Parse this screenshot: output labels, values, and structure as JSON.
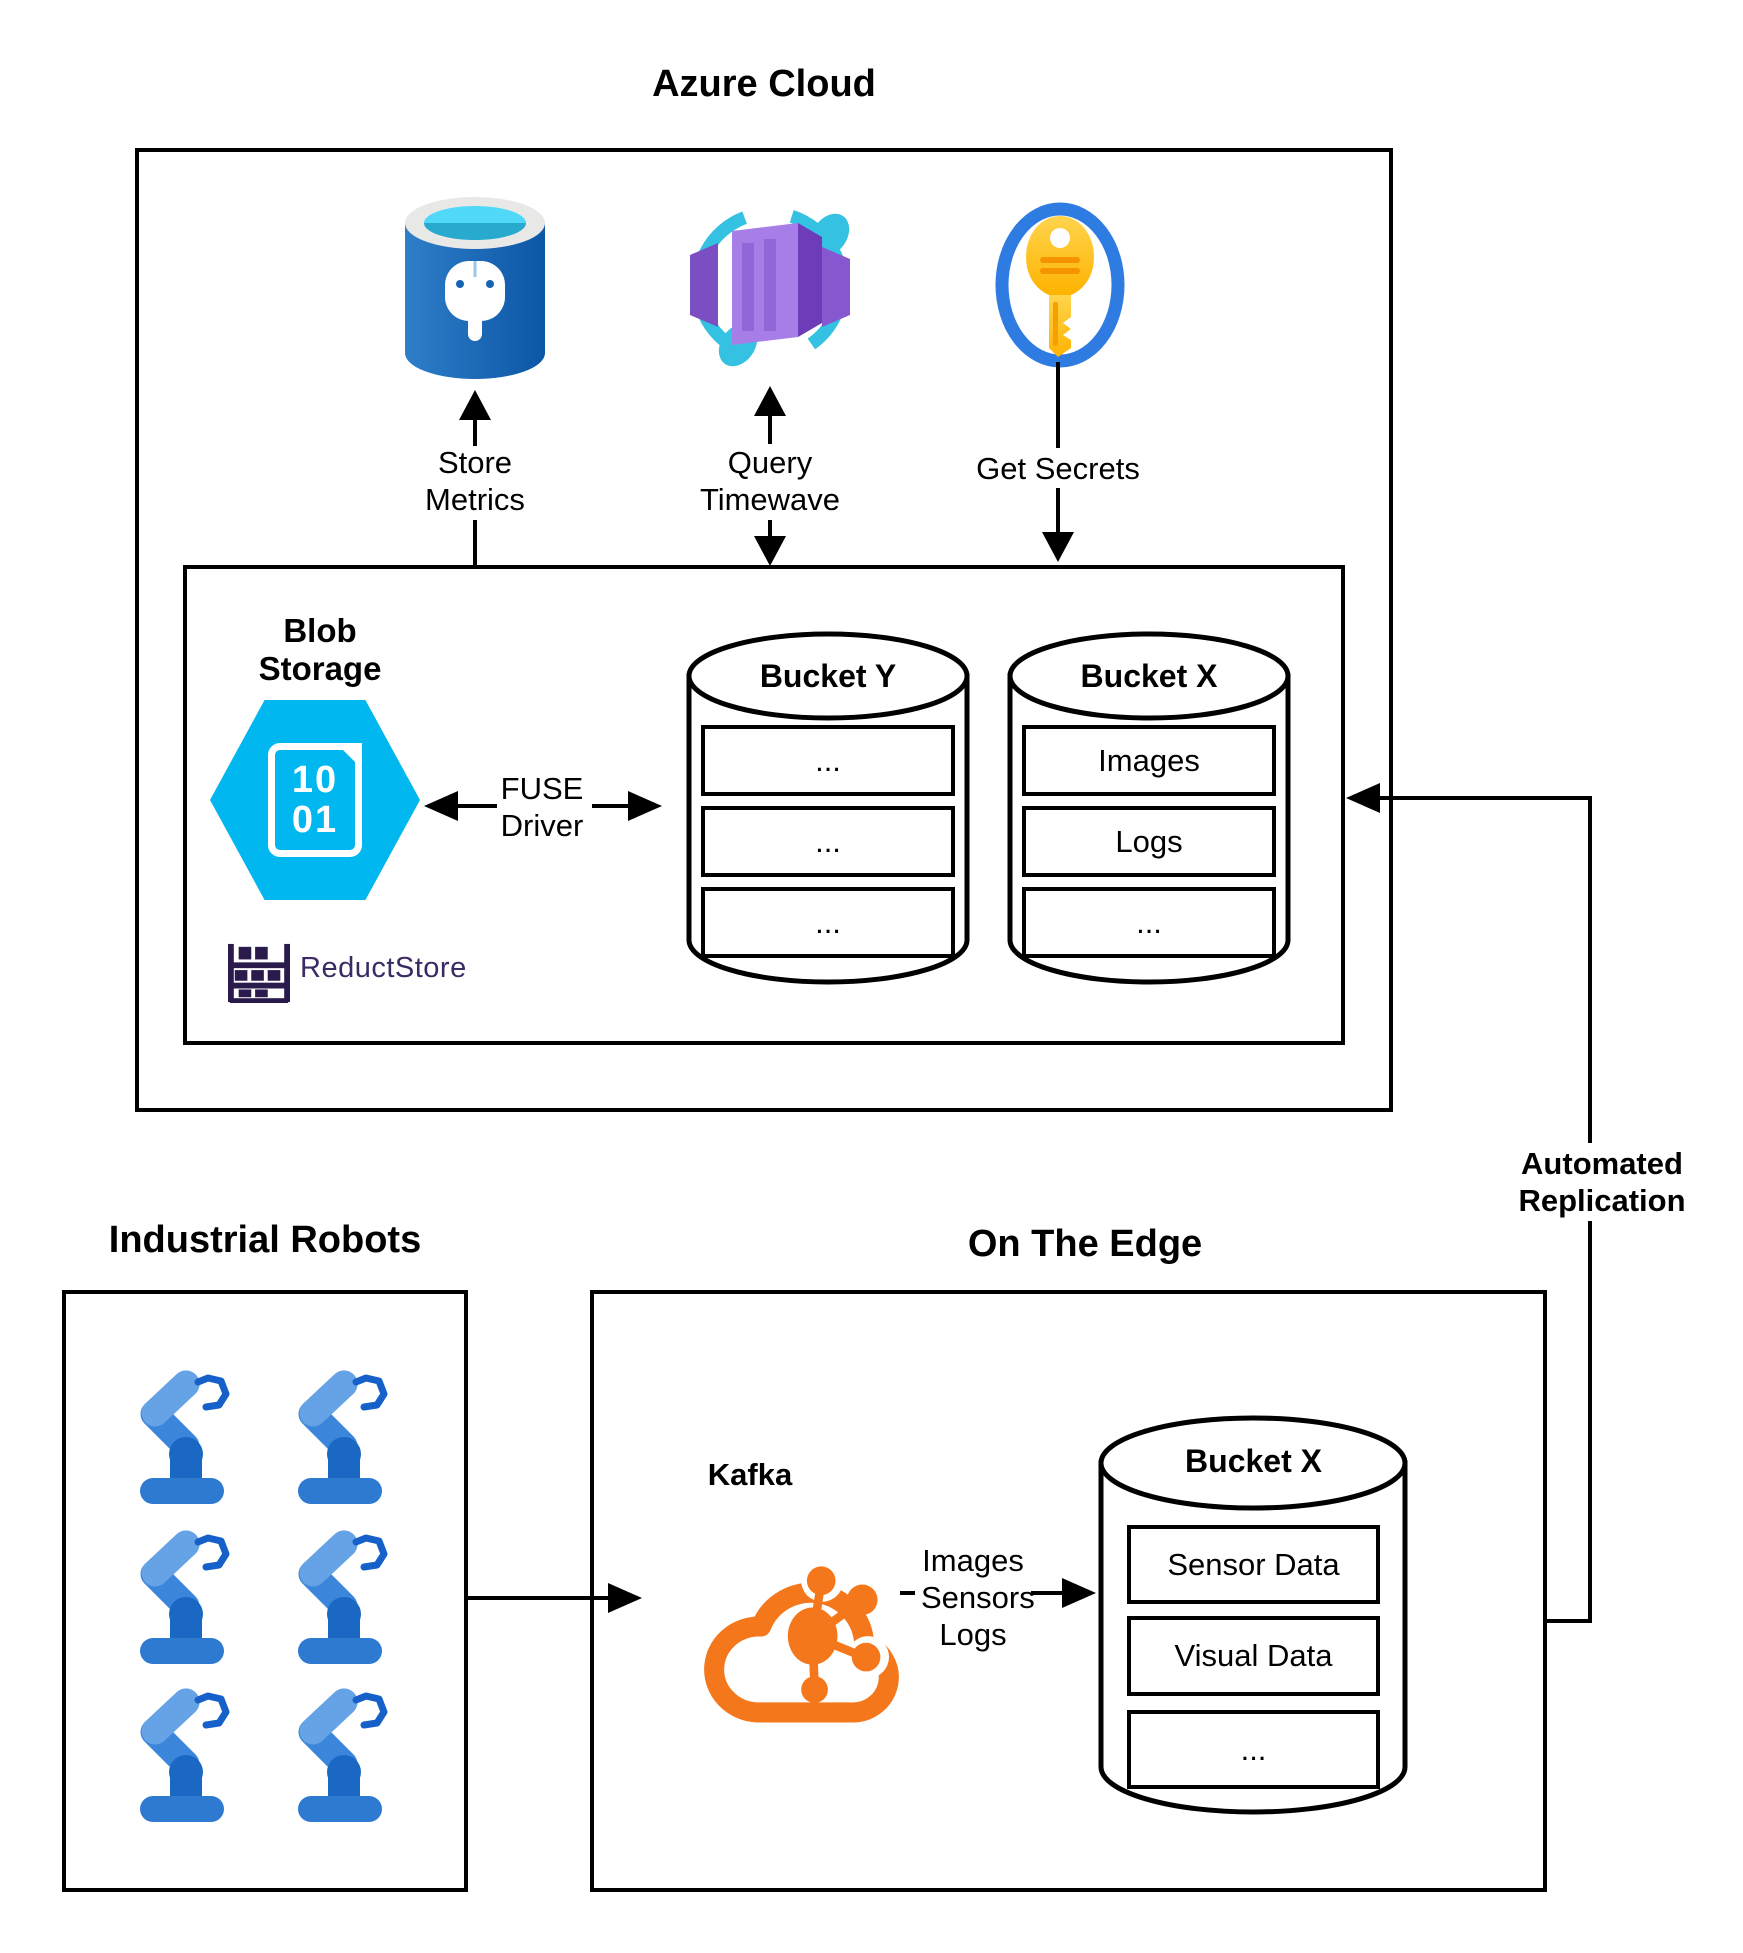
{
  "azure": {
    "title": "Azure Cloud",
    "store_metrics": [
      "Store",
      "Metrics"
    ],
    "query_timewave": [
      "Query",
      "Timewave"
    ],
    "get_secrets": "Get Secrets",
    "blob_storage": [
      "Blob",
      "Storage"
    ],
    "binary": [
      "10",
      "01"
    ],
    "fuse_driver": [
      "FUSE",
      "Driver"
    ],
    "reductstore": "ReductStore",
    "bucket_y": {
      "title": "Bucket Y",
      "rows": [
        "...",
        "...",
        "..."
      ]
    },
    "bucket_x": {
      "title": "Bucket X",
      "rows": [
        "Images",
        "Logs",
        "..."
      ]
    }
  },
  "replication": [
    "Automated",
    "Replication"
  ],
  "robots": {
    "title": "Industrial Robots"
  },
  "edge": {
    "title": "On The Edge",
    "kafka": "Kafka",
    "stream": [
      "Images",
      "Sensors",
      "Logs"
    ],
    "bucket_x": {
      "title": "Bucket X",
      "rows": [
        "Sensor Data",
        "Visual Data",
        "..."
      ]
    }
  },
  "colors": {
    "hexagon_cyan": "#00b7f0",
    "kafka_orange": "#f4771b",
    "robot_blue": "#2e7ad1",
    "reduct_purple": "#2b1b4d",
    "ring_cyan": "#35c2e2",
    "keyvault_blue": "#2e7ce2",
    "key_gold": "#ffc423",
    "postgres_blue": "#1e72c4",
    "prism_purple": "#a77ee8",
    "line_black": "#000000"
  }
}
